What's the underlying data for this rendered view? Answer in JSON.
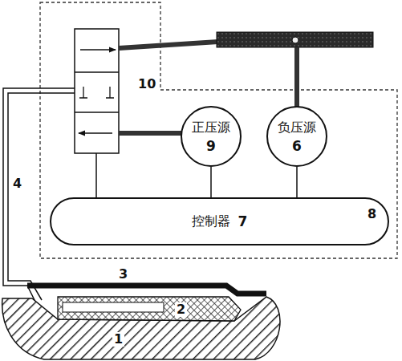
{
  "diagram": {
    "nodes": [
      {
        "text": [
          "正压源",
          "9"
        ]
      },
      {
        "text": [
          "负压源",
          "6"
        ]
      },
      {
        "text": [
          "控制器",
          "7"
        ]
      }
    ],
    "edges": [
      {
        "from": 2,
        "to": 0,
        "arrow": "none"
      },
      {
        "from": 2,
        "to": 1,
        "arrow": "none"
      }
    ],
    "labels": [
      "10",
      "8",
      "4",
      "3",
      "2",
      "1"
    ]
  }
}
